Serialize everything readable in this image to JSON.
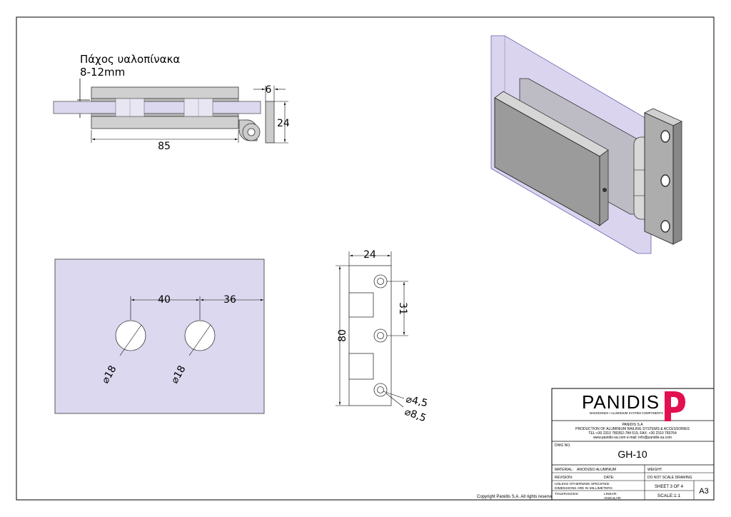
{
  "views": {
    "top": {
      "glass_label": "Πάχος υαλοπίνακα",
      "glass_range": "8-12mm",
      "dim_length": "85",
      "dim_hinge_width": "6",
      "dim_height": "24"
    },
    "glass": {
      "dim_spacing": "40",
      "dim_edge": "36",
      "hole1": "⌀18",
      "hole2": "⌀18"
    },
    "plate": {
      "dim_width": "24",
      "dim_height": "80",
      "dim_hole_spacing": "31",
      "dim_hole_inner": "⌀4,5",
      "dim_hole_outer": "⌀8,5"
    }
  },
  "copyright": "Copyright Panidis S.A.  All rights reserved.",
  "title_block": {
    "brand": "PANIDIS",
    "brand_tagline": "MAKEDONIKI • ALUMINIUM SYSTEM COMPONENTS",
    "company": "PANIDIS S.A",
    "company_line1": "PRODUCTION OF ALUMINIUM RAILING SYSTEMS & ACCESSORIES",
    "company_line2": "TEL:+30 2310 780352-784 519, FAX: +30 2310 783764",
    "company_line3": "www.panidis-sa.com   e-mail: info@panidis-sa.com",
    "dwg_no_label": "DWG NO.",
    "dwg_no": "GH-10",
    "material_label": "MATERIAL:",
    "material": "ANODIZED ALUMINIUM",
    "weight_label": "WEIGHT:",
    "revision_label": "REVISION:",
    "date_label": "DATE:",
    "do_not_scale": "DO NOT SCALE DRAWING",
    "unless_line1": "UNLESS OTHERWISE SPECIFIED:",
    "unless_line2": "DIMENSIONS ARE IN MILLIMETERS",
    "sheet": "SHEET 3 OF 4",
    "tolerances_label": "TOLERANCES:",
    "linear_label": "LINEAR:",
    "angular_label": "ANGULAR:",
    "scale": "SCALE:1:1",
    "size": "A3"
  },
  "colors": {
    "glass": "#dcd8ef",
    "metal": "#c6c6c6",
    "brand_red": "#e3104f"
  }
}
